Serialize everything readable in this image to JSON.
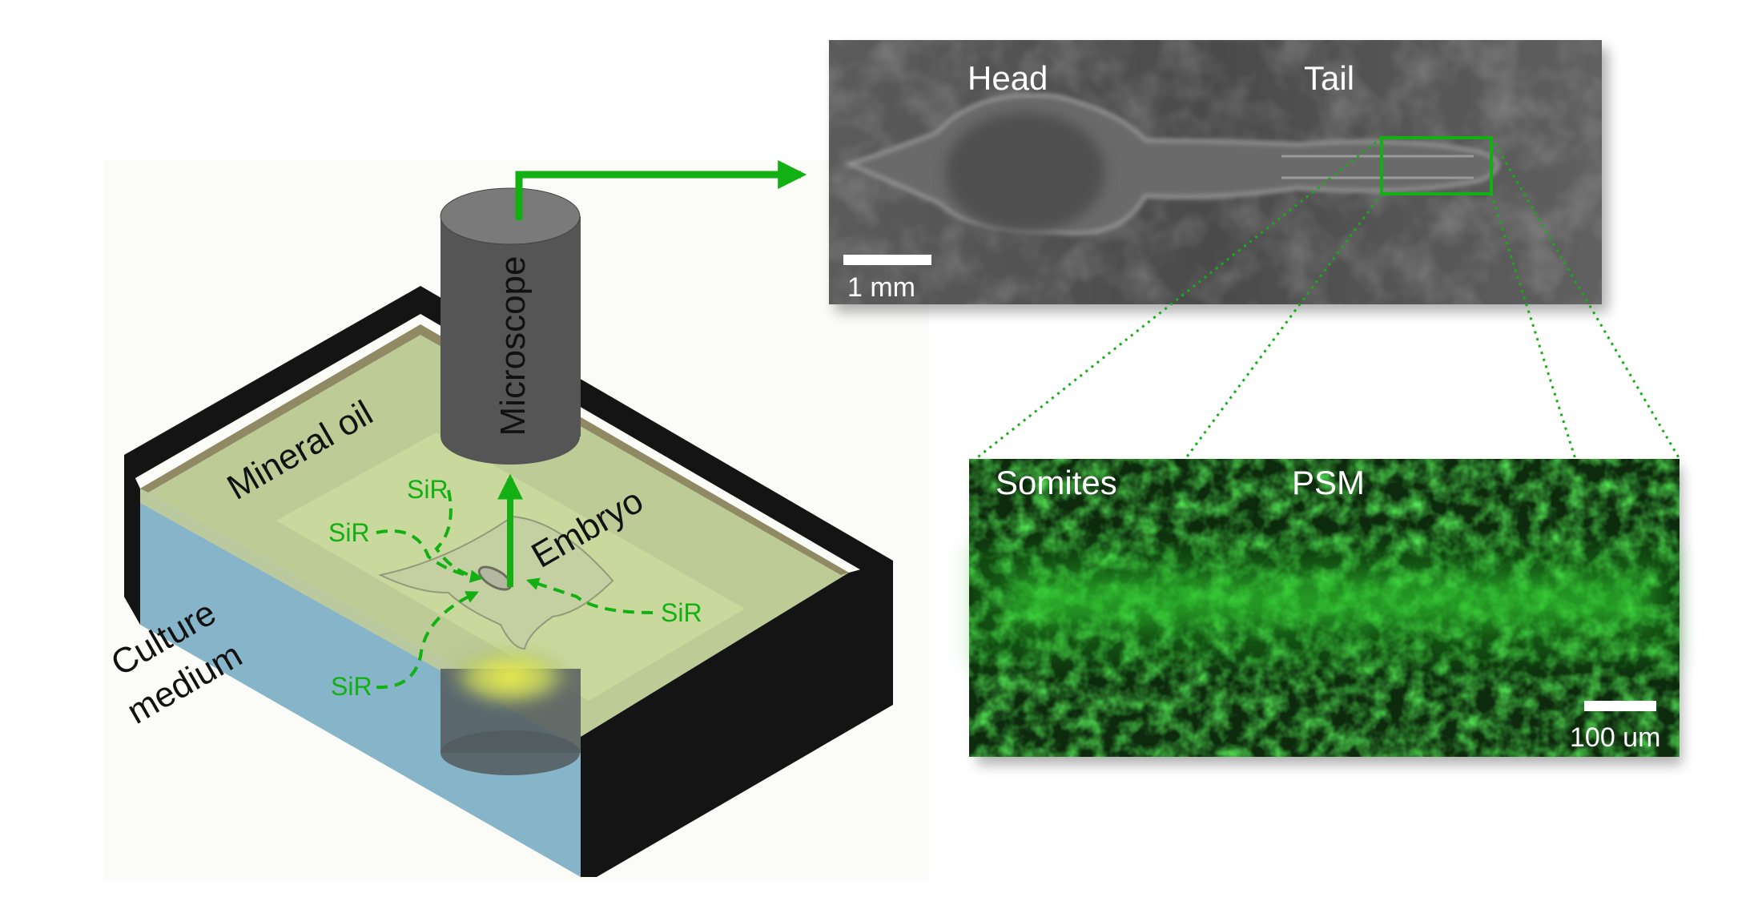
{
  "setup": {
    "mineral_oil_label": "Mineral oil",
    "culture_medium_line1": "Culture",
    "culture_medium_line2": "medium",
    "microscope_label": "Microscope",
    "embryo_label": "Embryo",
    "sir_labels": [
      "SiR",
      "SiR",
      "SiR",
      "SiR"
    ]
  },
  "brightfield_panel": {
    "head_label": "Head",
    "tail_label": "Tail",
    "scale_bar_label": "1 mm"
  },
  "fluorescence_panel": {
    "somites_label": "Somites",
    "psm_label": "PSM",
    "scale_bar_label": "100 um"
  },
  "colors": {
    "arrow_green": "#12b012",
    "dish_black": "#141414",
    "oil_layer": "#b9cc8c",
    "medium_layer": "#7fb0c8",
    "microscope_gray": "#555555",
    "fluorescence_green": "#2cd22c"
  }
}
